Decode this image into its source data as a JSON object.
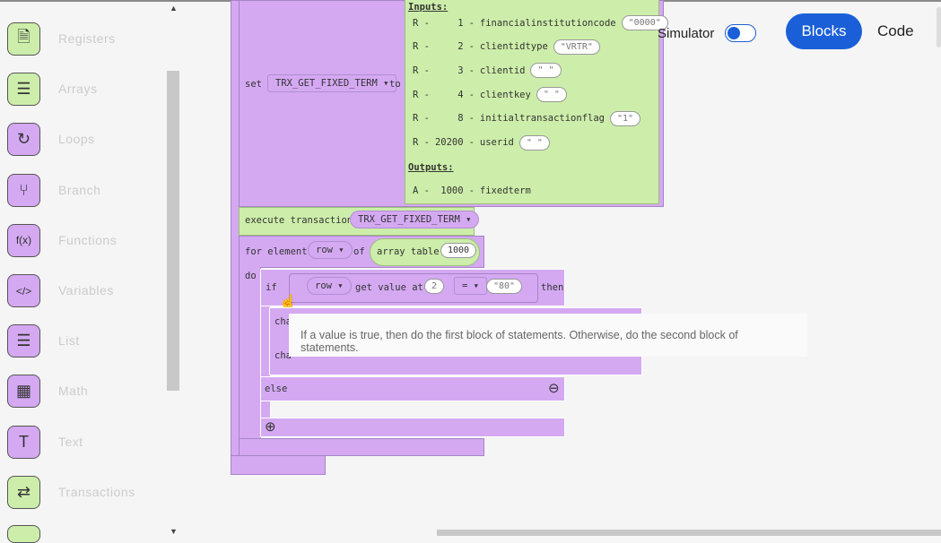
{
  "sidebar": {
    "items": [
      {
        "label": "Registers",
        "icon": "document-icon",
        "color": "green"
      },
      {
        "label": "Arrays",
        "icon": "list-icon",
        "color": "green"
      },
      {
        "label": "Loops",
        "icon": "loop-icon",
        "color": "purple"
      },
      {
        "label": "Branch",
        "icon": "branch-icon",
        "color": "purple"
      },
      {
        "label": "Functions",
        "icon": "function-icon",
        "color": "purple"
      },
      {
        "label": "Variables",
        "icon": "code-icon",
        "color": "purple"
      },
      {
        "label": "List",
        "icon": "list-icon",
        "color": "purple"
      },
      {
        "label": "Math",
        "icon": "calculator-icon",
        "color": "purple"
      },
      {
        "label": "Text",
        "icon": "text-icon",
        "color": "purple"
      },
      {
        "label": "Transactions",
        "icon": "swap-icon",
        "color": "green"
      }
    ]
  },
  "header": {
    "simulator_label": "Simulator",
    "simulator_on": true,
    "blocks_label": "Blocks",
    "code_label": "Code"
  },
  "set_block": {
    "set": "set",
    "variable": "TRX_GET_FIXED_TERM",
    "to": "to",
    "inputs_label": "Inputs:",
    "outputs_label": "Outputs:",
    "inputs": [
      {
        "mode": "R -",
        "num": "    1",
        "name": "financialinstitutioncode",
        "value": "\"0000\""
      },
      {
        "mode": "R -",
        "num": "    2",
        "name": "clientidtype",
        "value": "\"VRTR\""
      },
      {
        "mode": "R -",
        "num": "    3",
        "name": "clientid",
        "value": "\" \""
      },
      {
        "mode": "R -",
        "num": "    4",
        "name": "clientkey",
        "value": "\" \""
      },
      {
        "mode": "R -",
        "num": "    8",
        "name": "initialtransactionflag",
        "value": "\"1\""
      },
      {
        "mode": "R -",
        "num": "20200",
        "name": "userid",
        "value": "\" \""
      }
    ],
    "outputs": [
      {
        "mode": "A -",
        "num": " 1000",
        "name": "fixedterm"
      }
    ]
  },
  "execute_block": {
    "label": "execute transaction",
    "transaction": "TRX_GET_FIXED_TERM"
  },
  "for_block": {
    "label": "for element",
    "variable": "row",
    "of": "of",
    "array_label": "array table",
    "array_value": "1000",
    "do": "do"
  },
  "if_block": {
    "if": "if",
    "var": "row",
    "get_value": "get value at",
    "index": "2",
    "op": "=",
    "compare": "\"80\"",
    "then": "then",
    "else": "else",
    "change1": "cha",
    "change2": "cha"
  },
  "tooltip": "If a value is true, then do the first block of statements. Otherwise, do the second block of statements."
}
